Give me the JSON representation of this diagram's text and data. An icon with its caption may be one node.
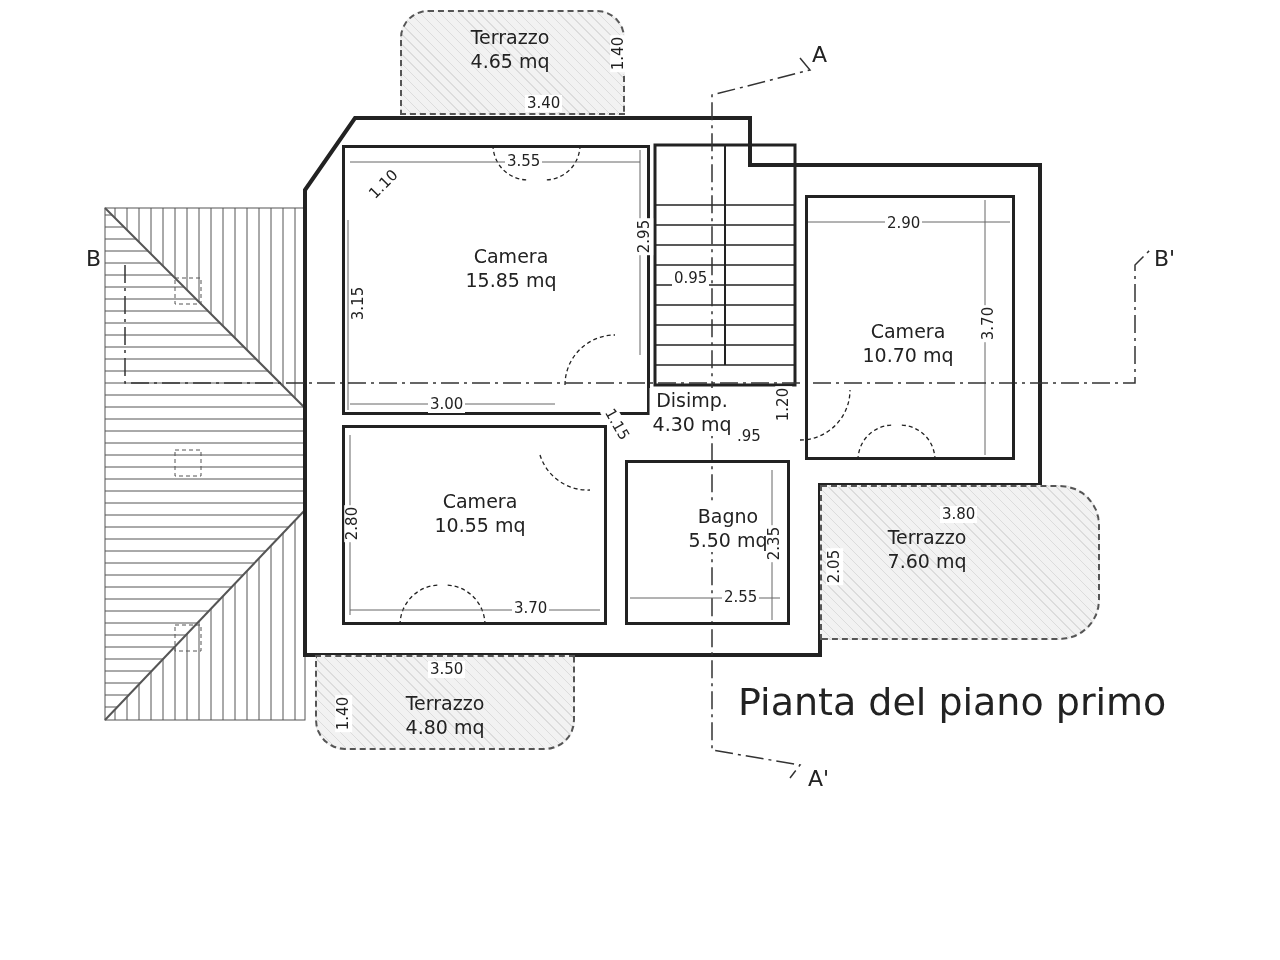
{
  "diagram": {
    "title": "Pianta del piano primo",
    "nodes": [
      {
        "text": [
          "Terrazzo",
          "4.65 mq"
        ]
      },
      {
        "text": [
          "Camera",
          "15.85 mq"
        ]
      },
      {
        "text": [
          "Disimp.",
          "4.30 mq"
        ]
      },
      {
        "text": [
          "Camera",
          "10.70 mq"
        ]
      },
      {
        "text": [
          "Camera",
          "10.55 mq"
        ]
      },
      {
        "text": [
          "Bagno",
          "5.50 mq"
        ]
      },
      {
        "text": [
          "Terrazzo",
          "7.60 mq"
        ]
      },
      {
        "text": [
          "Terrazzo",
          "4.80 mq"
        ]
      }
    ],
    "edges": [],
    "labels": [
      "A",
      "1.40",
      "3.40",
      "3.55",
      "1.10",
      "2.95",
      "B",
      "0.95",
      "2.90",
      "B'",
      "3.15",
      "3.70",
      "1.20",
      "3.00",
      "1.15",
      ".95",
      "2.80",
      "3.80",
      "2.35",
      "2.05",
      "3.70",
      "2.55",
      "3.50",
      "1.40",
      "A'"
    ]
  }
}
